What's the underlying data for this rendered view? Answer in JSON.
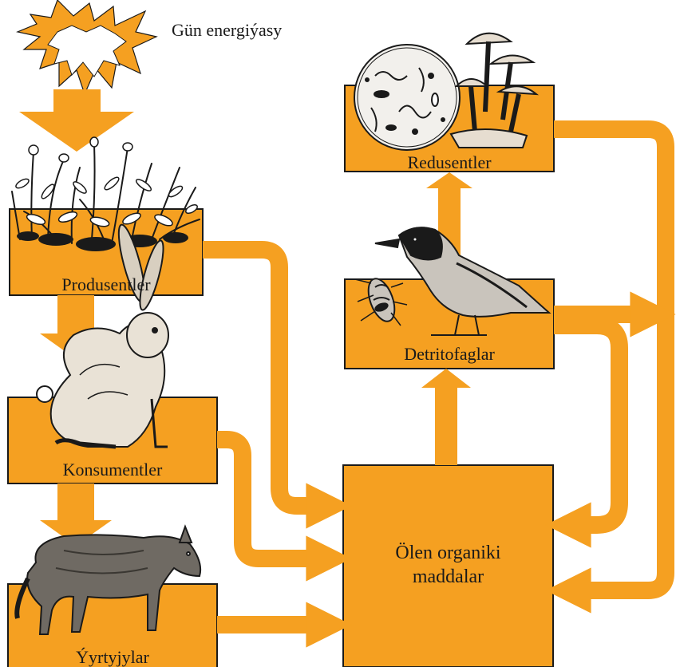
{
  "colors": {
    "orange": "#f5a021",
    "outline": "#1a1a1a",
    "text": "#1a1a1a"
  },
  "sun": {
    "label": "Gün energiýasy",
    "icon": "sun-icon"
  },
  "boxes": {
    "produsentler": {
      "label": "Produsentler",
      "icon": "plants-icon"
    },
    "konsumentler": {
      "label": "Konsumentler",
      "icon": "hare-icon"
    },
    "yyrtyjylar": {
      "label": "Ýyrtyjylar",
      "icon": "wolf-icon"
    },
    "redusentler": {
      "label": "Redusentler",
      "icon": "microbes-and-mushrooms-icon"
    },
    "detritofaglar": {
      "label": "Detritofaglar",
      "icon": "crow-and-beetle-icon"
    },
    "olen_organiki": {
      "line1": "Ölen organiki",
      "line2": "maddalar"
    }
  }
}
